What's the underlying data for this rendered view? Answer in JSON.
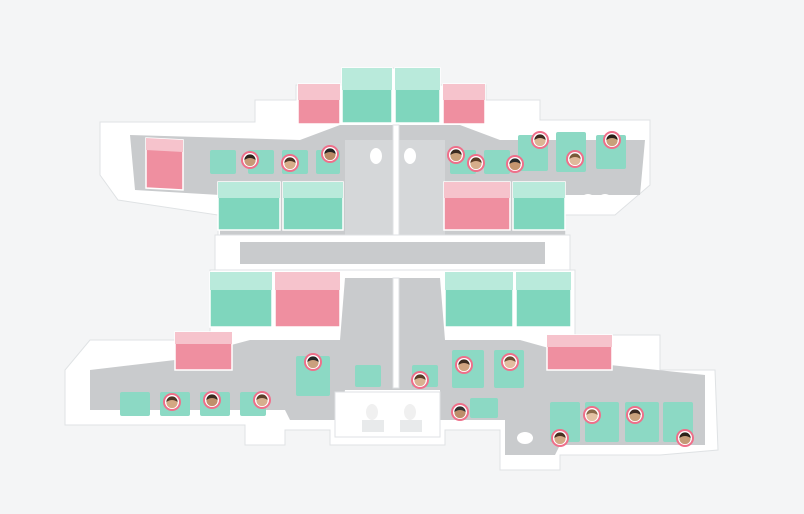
{
  "floorplan": {
    "colors": {
      "background": "#f4f5f6",
      "corridor": "#c9cbcd",
      "wall": "#ffffff",
      "room_available": "#7fd6bd",
      "room_available_top": "#b9eadb",
      "room_occupied": "#ef8fa0",
      "room_occupied_top": "#f6c3cc",
      "desk": "#8cd9c4",
      "avatar_ring": "#ef6f8a"
    },
    "rooms": [
      {
        "id": "upper-center-left",
        "status": "available"
      },
      {
        "id": "upper-center-right",
        "status": "available"
      },
      {
        "id": "upper-top-left-small",
        "status": "occupied"
      },
      {
        "id": "upper-top-right-small",
        "status": "occupied"
      },
      {
        "id": "upper-west",
        "status": "occupied"
      },
      {
        "id": "upper-inner-left-a",
        "status": "available"
      },
      {
        "id": "upper-inner-left-b",
        "status": "available"
      },
      {
        "id": "upper-inner-right-a",
        "status": "occupied"
      },
      {
        "id": "upper-inner-right-b",
        "status": "available"
      },
      {
        "id": "lower-inner-left-a",
        "status": "available"
      },
      {
        "id": "lower-inner-left-b",
        "status": "occupied"
      },
      {
        "id": "lower-inner-right-a",
        "status": "available"
      },
      {
        "id": "lower-inner-right-b",
        "status": "available"
      },
      {
        "id": "lower-west",
        "status": "occupied"
      },
      {
        "id": "lower-east",
        "status": "occupied"
      }
    ],
    "people": [
      {
        "id": "p1",
        "hair": "#2e241d",
        "skin": "#c79a76"
      },
      {
        "id": "p2",
        "hair": "#4a3324",
        "skin": "#d8ae8a"
      },
      {
        "id": "p3",
        "hair": "#222222",
        "skin": "#b98a66"
      },
      {
        "id": "p4",
        "hair": "#3a2a20",
        "skin": "#c9a07a"
      },
      {
        "id": "p5",
        "hair": "#5b3b25",
        "skin": "#d6ad8b"
      },
      {
        "id": "p6",
        "hair": "#2b2b2b",
        "skin": "#c6966f"
      },
      {
        "id": "p7",
        "hair": "#3b2a1e",
        "skin": "#dcb593"
      },
      {
        "id": "p8",
        "hair": "#7a5a3a",
        "skin": "#e0b99b"
      },
      {
        "id": "p9",
        "hair": "#2a1f18",
        "skin": "#c9a07a"
      },
      {
        "id": "p10",
        "hair": "#4e3526",
        "skin": "#d4a883"
      },
      {
        "id": "p11",
        "hair": "#3a2a20",
        "skin": "#c08f6b"
      },
      {
        "id": "p12",
        "hair": "#5d3f2a",
        "skin": "#d7ae8e"
      },
      {
        "id": "p13",
        "hair": "#262626",
        "skin": "#caa07e"
      },
      {
        "id": "p14",
        "hair": "#3e2c20",
        "skin": "#d1a480"
      },
      {
        "id": "p15",
        "hair": "#6b4a32",
        "skin": "#e2bd9f"
      },
      {
        "id": "p16",
        "hair": "#2e2e2e",
        "skin": "#bd8e6a"
      },
      {
        "id": "p17",
        "hair": "#8a6a4a",
        "skin": "#e4c2a4"
      },
      {
        "id": "p18",
        "hair": "#3b2b22",
        "skin": "#c8a27c"
      },
      {
        "id": "p19",
        "hair": "#4a3222",
        "skin": "#d3a985"
      },
      {
        "id": "p20",
        "hair": "#2b211a",
        "skin": "#c49a77"
      },
      {
        "id": "p21",
        "hair": "#5a3d29",
        "skin": "#d9b291"
      }
    ]
  }
}
